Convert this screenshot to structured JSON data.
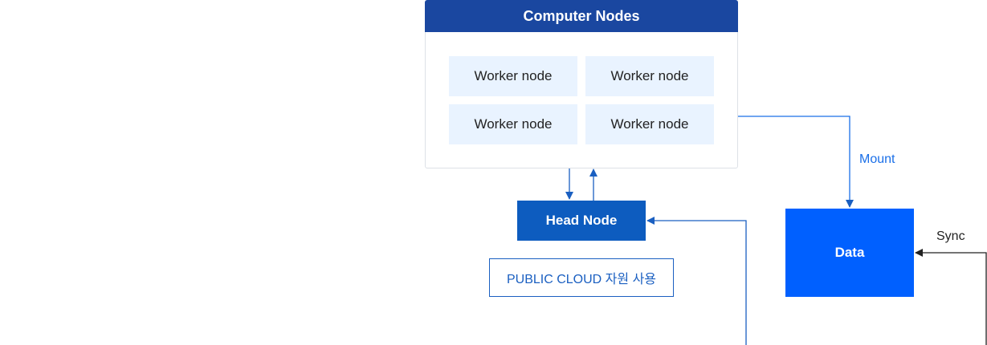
{
  "cluster": {
    "title": "Computer Nodes"
  },
  "workers": [
    "Worker node",
    "Worker node",
    "Worker node",
    "Worker node"
  ],
  "head_node": {
    "label": "Head Node"
  },
  "public_cloud": {
    "label": "PUBLIC CLOUD 자원 사용"
  },
  "data_store": {
    "label": "Data"
  },
  "edges": {
    "mount_label": "Mount",
    "sync_label": "Sync"
  },
  "colors": {
    "header": "#1a47a0",
    "worker_bg": "#e9f3ff",
    "head_node": "#0d5cbf",
    "data": "#0060ff",
    "arrow": "#1a5fc1"
  }
}
